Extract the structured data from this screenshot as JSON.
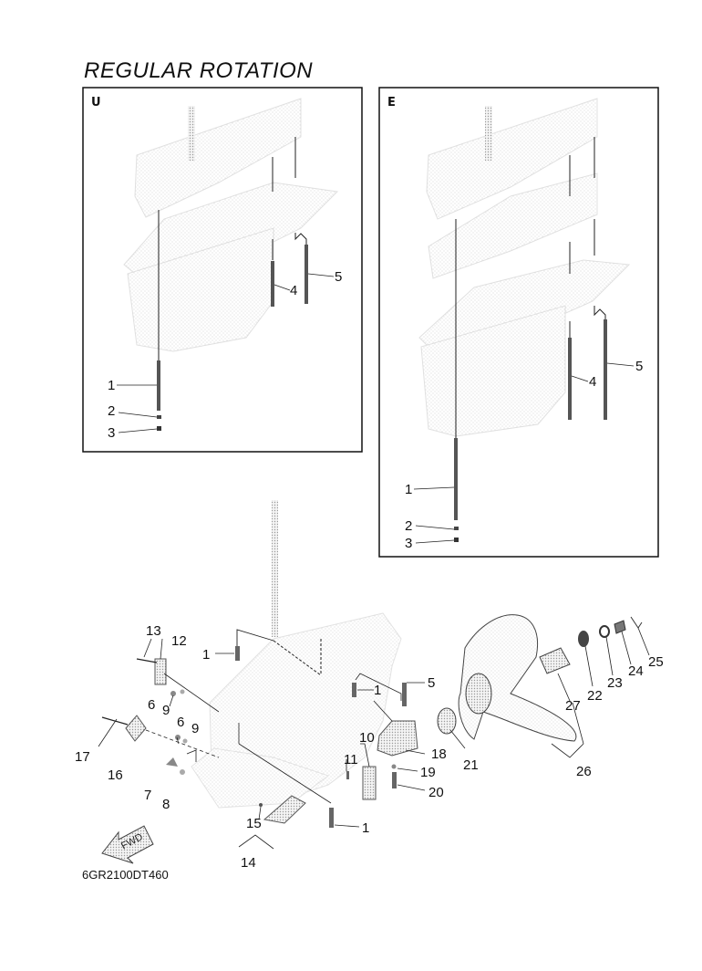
{
  "title": "REGULAR ROTATION",
  "panel_u": {
    "letter": "U",
    "callouts": [
      "1",
      "2",
      "3",
      "4",
      "5"
    ]
  },
  "panel_e": {
    "letter": "E",
    "callouts": [
      "1",
      "2",
      "3",
      "4",
      "5"
    ]
  },
  "main_callouts": [
    "1",
    "1",
    "1",
    "5",
    "6",
    "6",
    "7",
    "8",
    "9",
    "9",
    "10",
    "11",
    "12",
    "13",
    "14",
    "15",
    "16",
    "17",
    "18",
    "19",
    "20",
    "21",
    "22",
    "23",
    "24",
    "25",
    "26",
    "27"
  ],
  "fwd_label": "FWD",
  "diagram_code": "6GR2100DT460"
}
